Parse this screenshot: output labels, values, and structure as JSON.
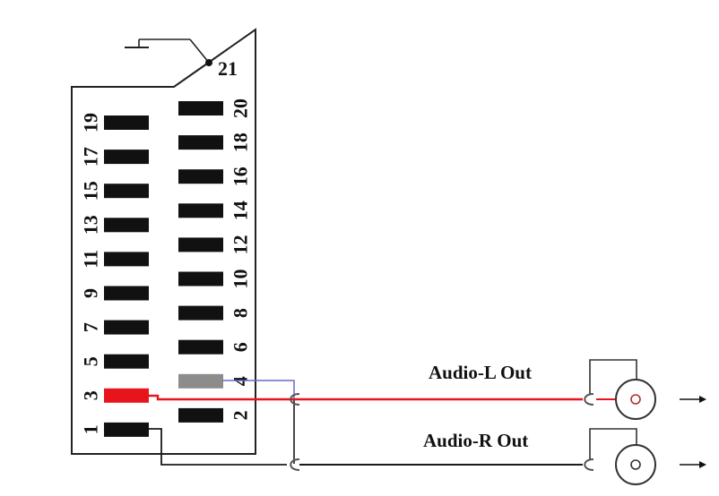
{
  "connector": {
    "pin21_label": "21",
    "pins_left": [
      {
        "number": "19",
        "state": "normal"
      },
      {
        "number": "17",
        "state": "normal"
      },
      {
        "number": "15",
        "state": "normal"
      },
      {
        "number": "13",
        "state": "normal"
      },
      {
        "number": "11",
        "state": "normal"
      },
      {
        "number": "9",
        "state": "normal"
      },
      {
        "number": "7",
        "state": "normal"
      },
      {
        "number": "5",
        "state": "normal"
      },
      {
        "number": "3",
        "state": "highlight"
      },
      {
        "number": "1",
        "state": "normal"
      }
    ],
    "pins_right": [
      {
        "number": "20",
        "state": "normal"
      },
      {
        "number": "18",
        "state": "normal"
      },
      {
        "number": "16",
        "state": "normal"
      },
      {
        "number": "14",
        "state": "normal"
      },
      {
        "number": "12",
        "state": "normal"
      },
      {
        "number": "10",
        "state": "normal"
      },
      {
        "number": "8",
        "state": "normal"
      },
      {
        "number": "6",
        "state": "normal"
      },
      {
        "number": "4",
        "state": "ground"
      },
      {
        "number": "2",
        "state": "normal"
      }
    ]
  },
  "outputs": {
    "audio_l": "Audio-L Out",
    "audio_r": "Audio-R Out"
  },
  "colors": {
    "pin": "#111111",
    "pin_highlight": "#e8141c",
    "pin_ground": "#8c8c8c",
    "signal_wire": "#e8141c",
    "ground_wire": "#1a1a1a",
    "shield_wire": "#6a6ac8"
  }
}
